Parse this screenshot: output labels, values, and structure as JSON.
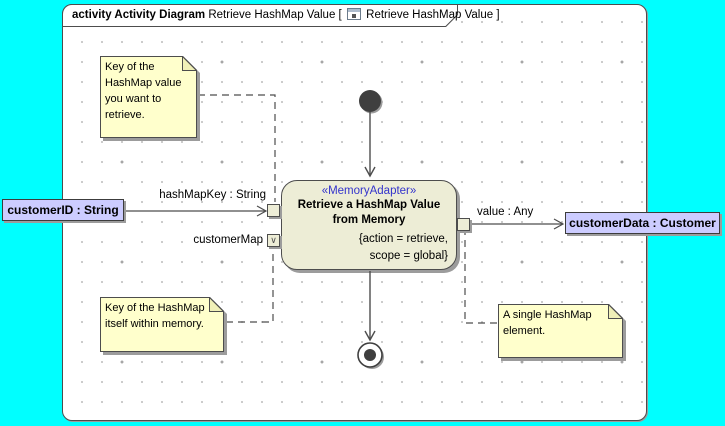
{
  "colors": {
    "canvas_background": "#00FFFF",
    "note_fill": "#FFFFCC",
    "action_fill": "#EDEDD6",
    "object_node_fill": "#CCCCFF",
    "stereotype_text": "#3333CC",
    "line": "#4d4d4d"
  },
  "frame_title": {
    "kind": "activity Activity Diagram",
    "before_icon": "Retrieve HashMap Value [",
    "after_icon": "Retrieve HashMap Value ]"
  },
  "action_node": {
    "stereotype": "«MemoryAdapter»",
    "name": "Retrieve a HashMap Value from Memory",
    "properties": [
      "{action = retrieve,",
      "scope = global}"
    ]
  },
  "pins": {
    "hashmapkey_label": "hashMapKey : String",
    "customermap_label": "customerMap",
    "value_label": "value : Any",
    "value_pin_glyph": "∨"
  },
  "object_nodes": {
    "input_label": "customerID : String",
    "output_label": "customerData : Customer"
  },
  "notes": [
    {
      "text": "Key of the HashMap value you want to retrieve."
    },
    {
      "text": "Key of the HashMap itself within memory."
    },
    {
      "text": "A single HashMap element."
    }
  ]
}
